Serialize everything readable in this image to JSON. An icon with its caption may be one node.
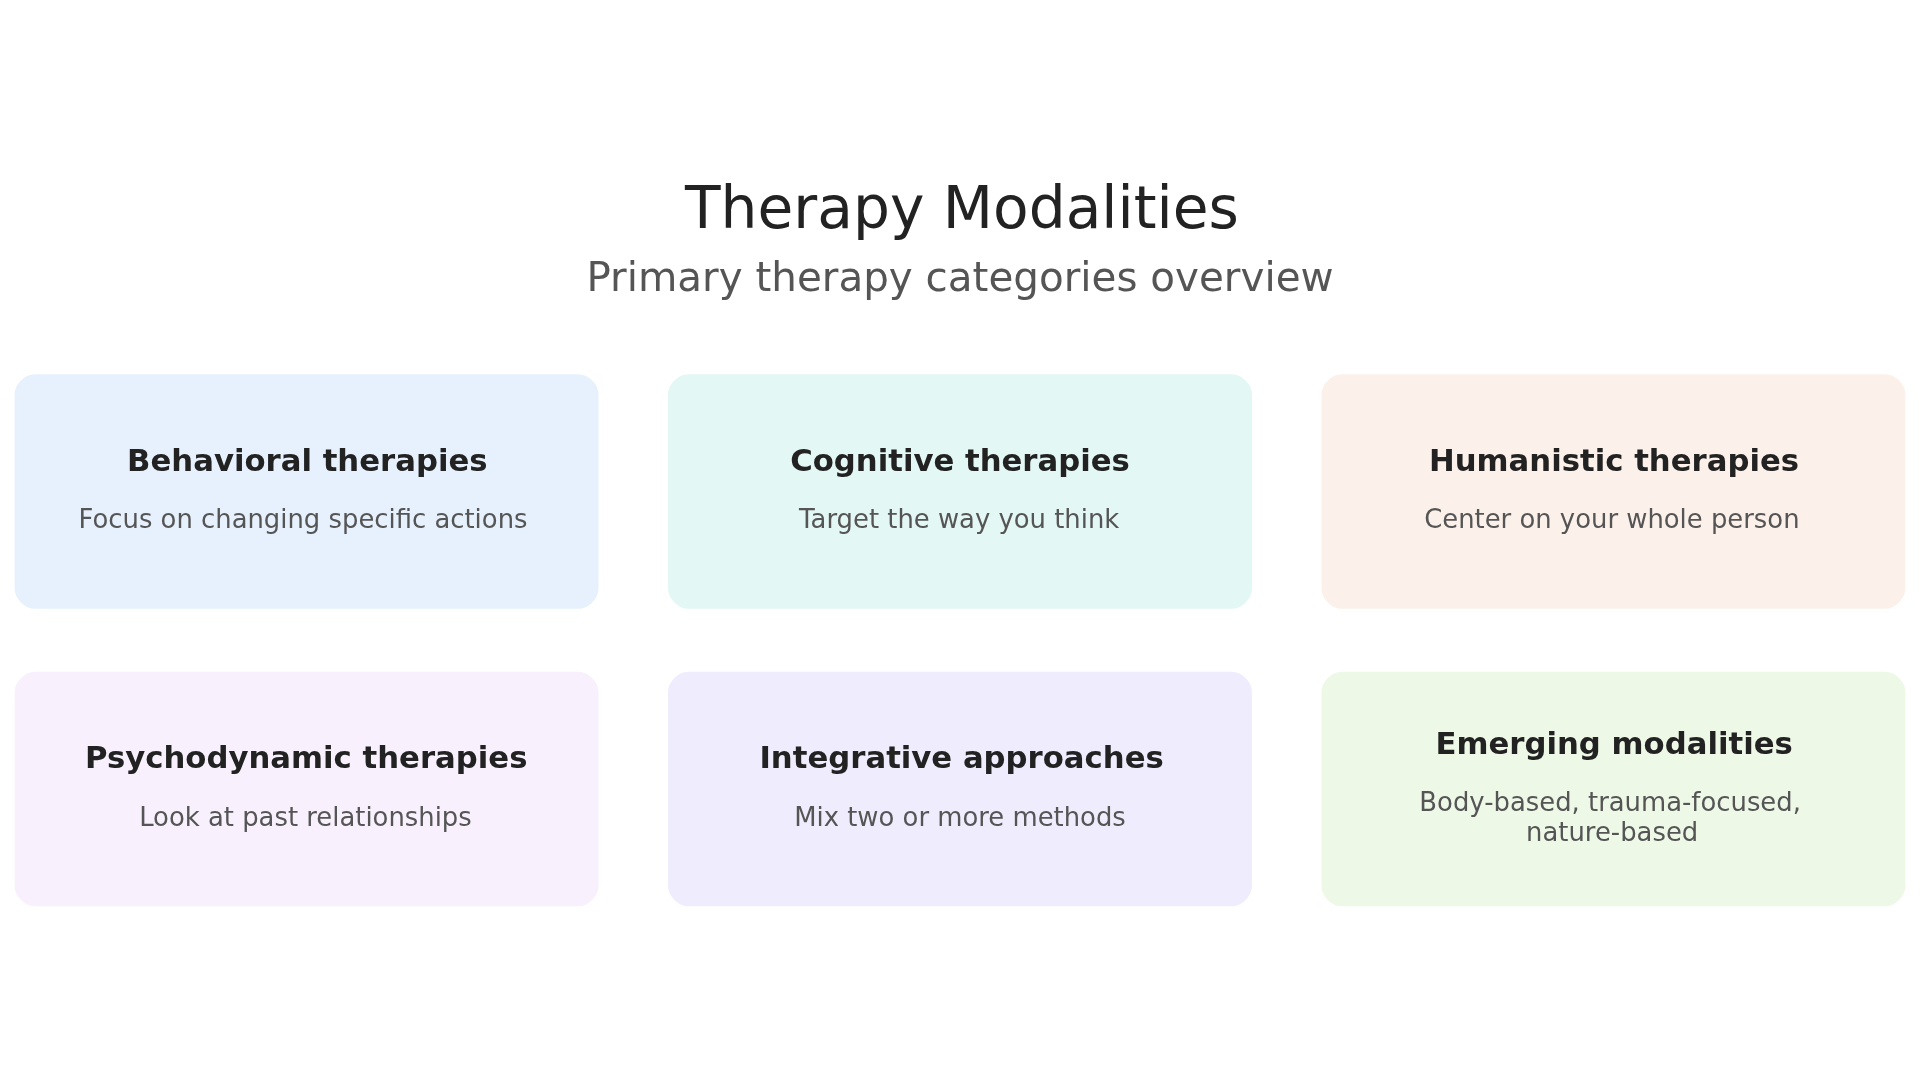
{
  "diagram": {
    "title": "Therapy Modalities",
    "nodes": [
      {
        "text": [
          "Behavioral therapies",
          "Focus on changing specific actions"
        ]
      },
      {
        "text": [
          "Cognitive therapies",
          "Target the way you think"
        ]
      },
      {
        "text": [
          "Humanistic therapies",
          "Center on your whole person"
        ]
      },
      {
        "text": [
          "Psychodynamic therapies",
          "Look at past relationships"
        ]
      },
      {
        "text": [
          "Integrative approaches",
          "Mix two or more methods"
        ]
      },
      {
        "text": [
          "Emerging modalities",
          "Body-based, trauma-focused, nature-based"
        ]
      }
    ],
    "labels": [
      "Primary therapy categories overview"
    ]
  }
}
